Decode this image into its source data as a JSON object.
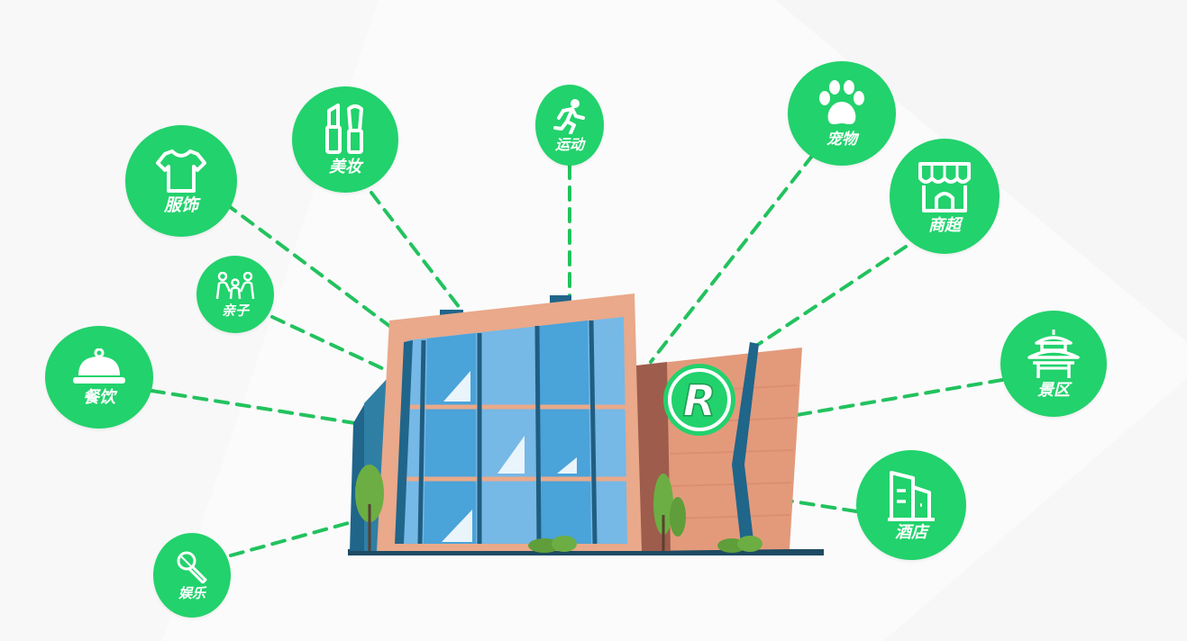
{
  "colors": {
    "accent": "#22d26c",
    "dash": "#22c25e",
    "background": "#fbfbfb",
    "glass": "#76b8e6",
    "glass_dark": "#3f9fd6",
    "frame": "#e9a98a",
    "wall": "#d78f72",
    "steel": "#20658a"
  },
  "categories": [
    {
      "id": "clothing",
      "label": "服饰",
      "icon": "tshirt-icon"
    },
    {
      "id": "makeup",
      "label": "美妆",
      "icon": "makeup-icon"
    },
    {
      "id": "sports",
      "label": "运动",
      "icon": "running-icon"
    },
    {
      "id": "pets",
      "label": "宠物",
      "icon": "paw-icon"
    },
    {
      "id": "supermarket",
      "label": "商超",
      "icon": "store-icon"
    },
    {
      "id": "family",
      "label": "亲子",
      "icon": "family-icon"
    },
    {
      "id": "dining",
      "label": "餐饮",
      "icon": "cloche-icon"
    },
    {
      "id": "scenic",
      "label": "景区",
      "icon": "pavilion-icon"
    },
    {
      "id": "hotel",
      "label": "酒店",
      "icon": "building-icon"
    },
    {
      "id": "entertainment",
      "label": "娱乐",
      "icon": "microphone-icon"
    }
  ],
  "sign": {
    "letter": "R"
  }
}
